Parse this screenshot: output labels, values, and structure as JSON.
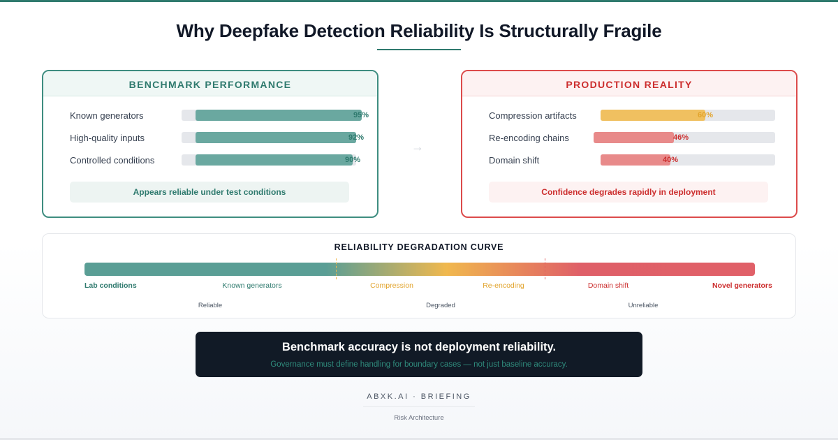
{
  "title": "Why Deepfake Detection Reliability Is Structurally Fragile",
  "benchmark": {
    "heading": "BENCHMARK PERFORMANCE",
    "metrics": [
      {
        "label": "Known generators",
        "pct_label": "95%",
        "value": 95
      },
      {
        "label": "High-quality inputs",
        "pct_label": "92%",
        "value": 92
      },
      {
        "label": "Controlled conditions",
        "pct_label": "90%",
        "value": 90
      }
    ],
    "callout": "Appears reliable under test conditions"
  },
  "arrow_glyph": "→",
  "production": {
    "heading": "PRODUCTION REALITY",
    "metrics": [
      {
        "label": "Compression artifacts",
        "pct_label": "60%",
        "value": 60
      },
      {
        "label": "Re-encoding chains",
        "pct_label": "46%",
        "value": 46
      },
      {
        "label": "Domain shift",
        "pct_label": "40%",
        "value": 40
      }
    ],
    "callout": "Confidence degrades rapidly in deployment"
  },
  "curve": {
    "title": "RELIABILITY DEGRADATION CURVE",
    "stages": [
      "Lab conditions",
      "Known generators",
      "Compression",
      "Re-encoding",
      "Domain shift",
      "Novel generators"
    ],
    "phases": [
      "Reliable",
      "Degraded",
      "Unreliable"
    ]
  },
  "banner": {
    "main": "Benchmark accuracy is not deployment reliability.",
    "sub": "Governance must define handling for boundary cases — not just baseline accuracy."
  },
  "footer": {
    "brand": "ABXK.AI · BRIEFING",
    "sub": "Risk Architecture"
  },
  "colors": {
    "teal": "#2f7a6e",
    "red": "#cc2e2e",
    "amber": "#e2a42d",
    "banner_bg": "#111a26"
  }
}
